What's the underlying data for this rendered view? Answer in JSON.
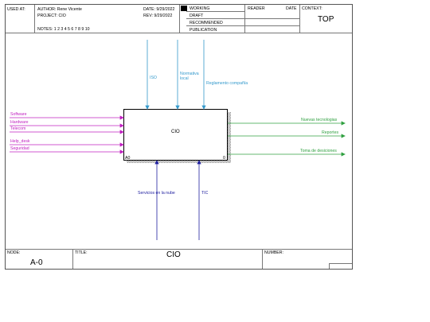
{
  "header": {
    "used_at": "USED AT:",
    "author": "AUTHOR:  Rene Vicente",
    "project": "PROJECT:  CIO",
    "notes": "NOTES:  1  2  3  4  5  6  7  8  9  10",
    "date": "DATE:  9/29/2022",
    "rev": "REV:   9/29/2022",
    "status_working": "WORKING",
    "status_draft": "DRAFT",
    "status_recommended": "RECOMMENDED",
    "status_publication": "PUBLICATION",
    "reader": "READER",
    "reader_date": "DATE",
    "context": "CONTEXT:",
    "context_value": "TOP"
  },
  "diagram": {
    "box_label": "CIO",
    "box_code": "A0",
    "box_number": "0",
    "inputs": [
      "Software",
      "Hardware",
      "Telecom",
      "Help_desk",
      "Seguridad"
    ],
    "outputs": [
      "Nuevas tecnologias",
      "Reportes",
      "Toma de desiciones"
    ],
    "controls": [
      "ISO",
      "Normativa\nlocal",
      "Reglamento compañía"
    ],
    "mechanisms": [
      "Servicios en la nube",
      "TIC"
    ],
    "colors": {
      "input": "#c020c0",
      "output": "#30a040",
      "control": "#3399cc",
      "mechanism": "#2020a0"
    }
  },
  "footer": {
    "node_label": "NODE:",
    "node_value": "A-0",
    "title_label": "TITLE:",
    "title_value": "CIO",
    "number_label": "NUMBER:"
  }
}
